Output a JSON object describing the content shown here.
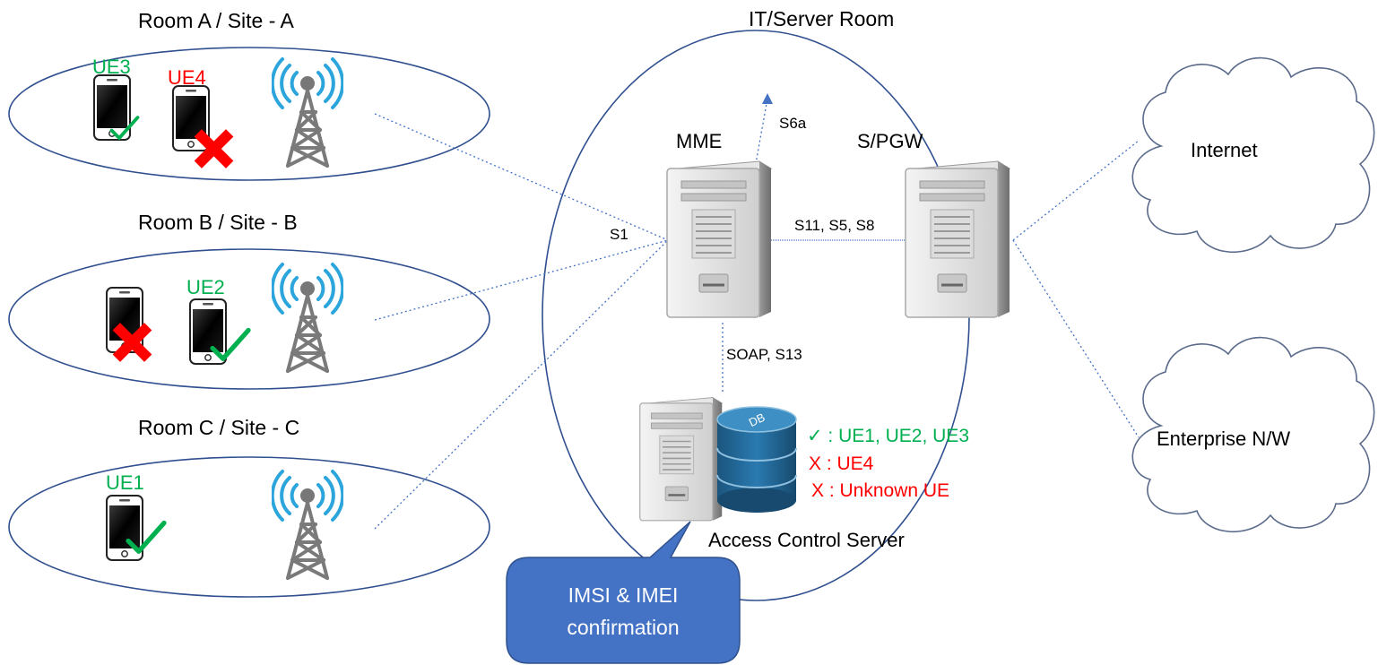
{
  "rooms": [
    {
      "title": "Room A / Site - A"
    },
    {
      "title": "Room B / Site - B"
    },
    {
      "title": "Room C / Site - C"
    }
  ],
  "site": {
    "title": "IT/Server Room"
  },
  "ues": {
    "ue3": {
      "label": "UE3",
      "status": "allowed"
    },
    "ue4": {
      "label": "UE4",
      "status": "denied"
    },
    "ue2": {
      "label": "UE2",
      "status": "allowed"
    },
    "ue1": {
      "label": "UE1",
      "status": "allowed"
    },
    "unknown": {
      "label": "",
      "status": "denied"
    }
  },
  "nodes": {
    "mme": "MME",
    "spgw": "S/PGW",
    "acs": "Access Control Server",
    "db": "DB"
  },
  "interfaces": {
    "s6a": "S6a",
    "s1": "S1",
    "s11": "S11, S5, S8",
    "soap": "SOAP, S13"
  },
  "legend": {
    "allowed": "✓ : UE1, UE2, UE3",
    "denied_ue4": "X : UE4",
    "denied_unknown": "X : Unknown UE"
  },
  "clouds": {
    "internet": "Internet",
    "enterprise": "Enterprise N/W"
  },
  "callout": {
    "line1": "IMSI & IMEI",
    "line2": "confirmation"
  },
  "colors": {
    "ellipse_stroke": "#2F4F8F",
    "link": "#4472C4",
    "allowed": "#00B050",
    "denied": "#FF0000",
    "callout_fill": "#4472C4",
    "db_fill": "#1F6390"
  }
}
